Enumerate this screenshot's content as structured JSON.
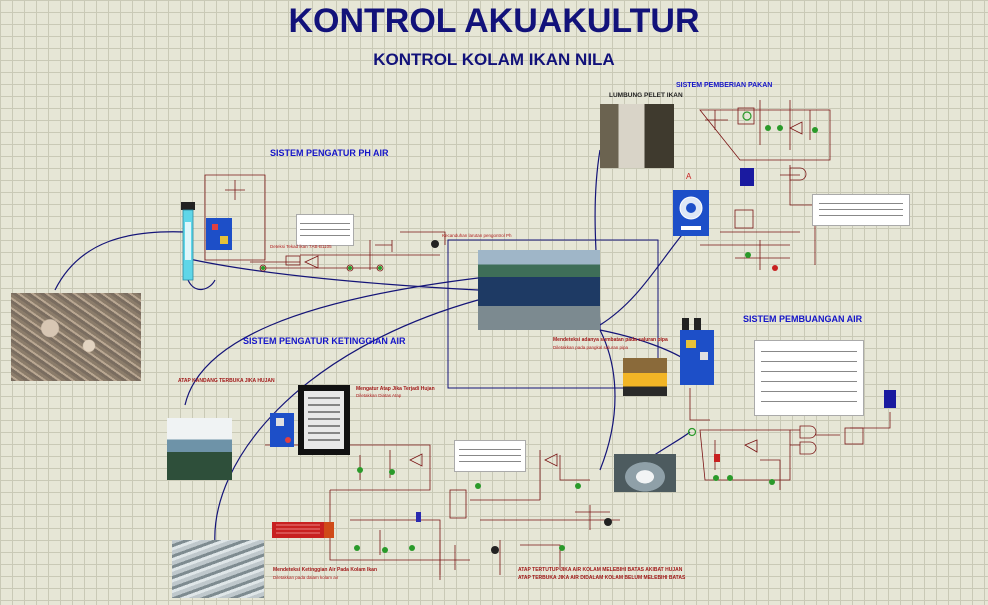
{
  "header": {
    "title": "KONTROL AKUAKULTUR",
    "subtitle": "KONTROL KOLAM IKAN NILA"
  },
  "sections": {
    "ph": "SISTEM PENGATUR PH AIR",
    "feeding": "SISTEM PEMBERIAN PAKAN",
    "feed_storage": "LUMBUNG PELET IKAN",
    "level": "SISTEM PENGATUR KETINGGIAN AIR",
    "drain": "SISTEM PEMBUANGAN AIR"
  },
  "annotations": {
    "ph_probe": "Deteksi Tekad ikan 7AB-B1105",
    "ph_pump": "Kecanduhan larutan pengontrol Ph",
    "feed_valve": "Mendeteksi adanya sumbatan pada saluran pipa",
    "feed_valve_sub": "Diletakkan pada pangkal saluran pipa",
    "roof_open": "ATAP KANDANG TERBUKA JIKA HUJAN",
    "rain_sensor": "Mengatur Atap Jika Terjadi Hujan",
    "rain_sensor_sub": "Diletakkan Diatas Atap",
    "water_level": "Mendeteksi Ketinggian Air Pada Kolam Ikan",
    "water_level_sub": "Diletakkan pada dalam kolam air",
    "roof_close": "ATAP TERTUTUP JIKA AIR KOLAM MELEBIHI BATAS AKIBAT HUJAN",
    "roof_open2": "ATAP TERBUKA JIKA AIR DIDALAM KOLAM BELUM MELEBIHI BATAS",
    "indicator_a": "A"
  },
  "colors": {
    "background": "#e6e6d6",
    "grid": "#c9c9b6",
    "title": "#12127a",
    "section": "#1414c8",
    "circuit": "#7a1414",
    "wire": "#141478",
    "led": "#2a9a2a"
  },
  "icons": [
    "pH-probe-icon",
    "rain-sensor-icon",
    "ultrasonic-sensor-icon",
    "ir-sensor-icon",
    "water-level-probe-icon",
    "seven-segment-display-icon"
  ]
}
